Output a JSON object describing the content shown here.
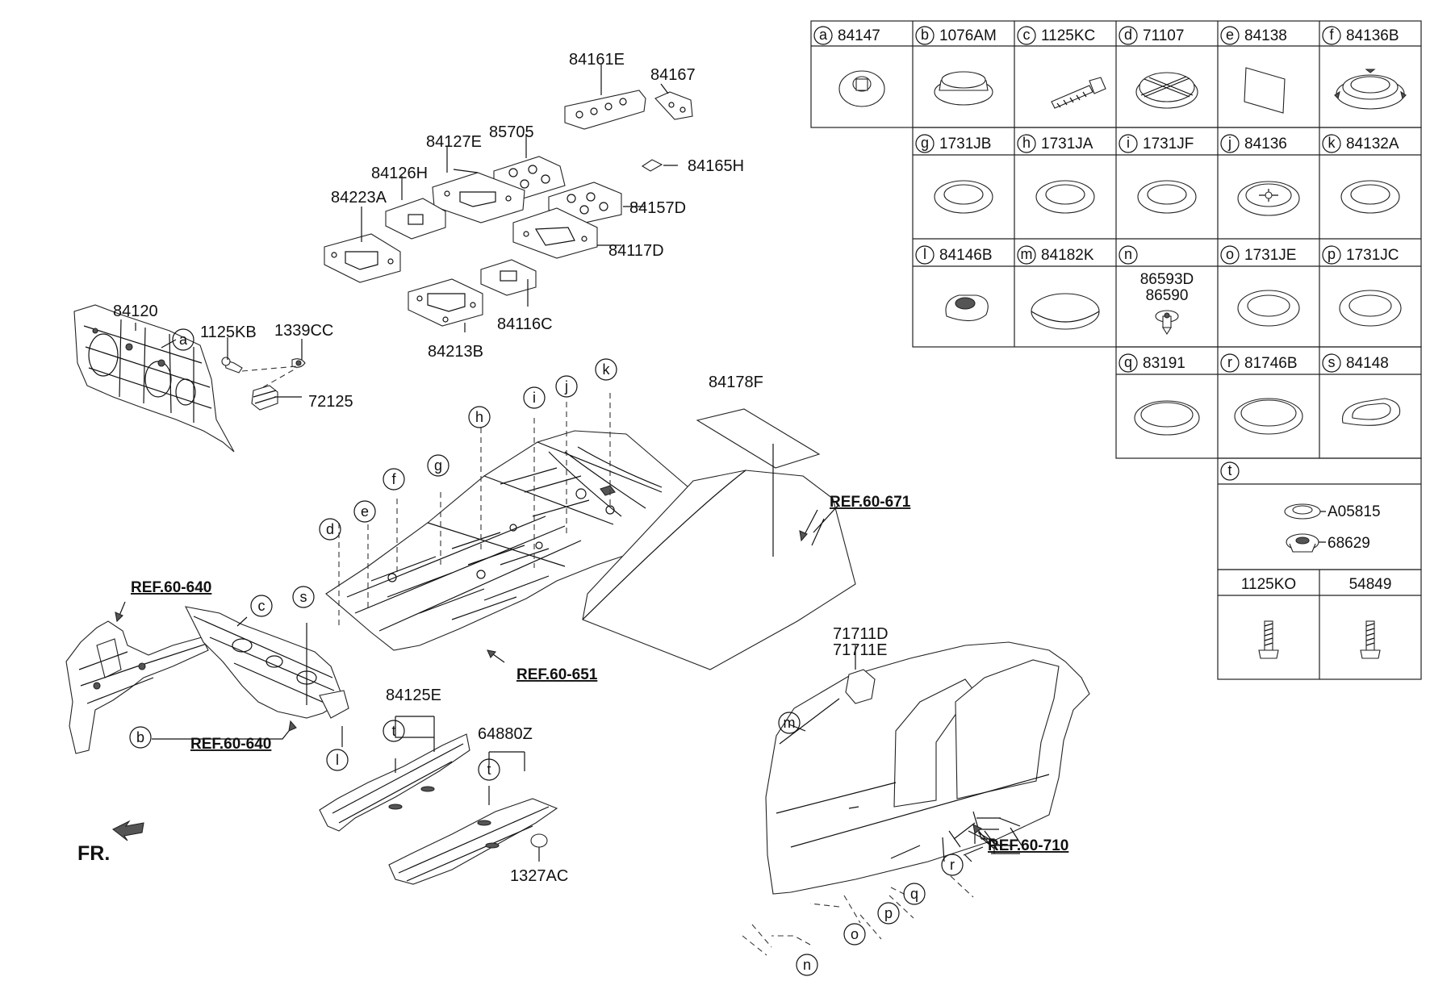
{
  "diagram": {
    "part_labels": {
      "p84161E": "84161E",
      "p84167": "84167",
      "p84127E": "84127E",
      "p85705": "85705",
      "p84165H": "84165H",
      "p84126H": "84126H",
      "p84223A": "84223A",
      "p84157D": "84157D",
      "p84117D": "84117D",
      "p84116C": "84116C",
      "p84213B": "84213B",
      "p84120": "84120",
      "p1125KB": "1125KB",
      "p1339CC": "1339CC",
      "p72125": "72125",
      "p84178F": "84178F",
      "p71711D": "71711D",
      "p71711E": "71711E",
      "p84125E": "84125E",
      "p64880Z": "64880Z",
      "p1327AC": "1327AC"
    },
    "refs": {
      "r671": "REF.60-671",
      "r640a": "REF.60-640",
      "r640b": "REF.60-640",
      "r651": "REF.60-651",
      "r710": "REF.60-710"
    },
    "callouts": {
      "a": "a",
      "b": "b",
      "c": "c",
      "d": "d",
      "e": "e",
      "f": "f",
      "g": "g",
      "h": "h",
      "i": "i",
      "j": "j",
      "k": "k",
      "l": "l",
      "m": "m",
      "n": "n",
      "o": "o",
      "p": "p",
      "q": "q",
      "r": "r",
      "s": "s",
      "t1": "t",
      "t2": "t"
    },
    "direction_label": "FR."
  },
  "table": {
    "row1": [
      {
        "letter": "a",
        "part": "84147"
      },
      {
        "letter": "b",
        "part": "1076AM"
      },
      {
        "letter": "c",
        "part": "1125KC"
      },
      {
        "letter": "d",
        "part": "71107"
      },
      {
        "letter": "e",
        "part": "84138"
      },
      {
        "letter": "f",
        "part": "84136B"
      }
    ],
    "row2": [
      {
        "letter": "g",
        "part": "1731JB"
      },
      {
        "letter": "h",
        "part": "1731JA"
      },
      {
        "letter": "i",
        "part": "1731JF"
      },
      {
        "letter": "j",
        "part": "84136"
      },
      {
        "letter": "k",
        "part": "84132A"
      }
    ],
    "row3": [
      {
        "letter": "l",
        "part": "84146B"
      },
      {
        "letter": "m",
        "part": "84182K"
      },
      {
        "letter": "n",
        "part": ""
      },
      {
        "letter": "o",
        "part": "1731JE"
      },
      {
        "letter": "p",
        "part": "1731JC"
      }
    ],
    "n_parts": [
      "86593D",
      "86590"
    ],
    "row4": [
      {
        "letter": "q",
        "part": "83191"
      },
      {
        "letter": "r",
        "part": "81746B"
      },
      {
        "letter": "s",
        "part": "84148"
      }
    ],
    "t_cell": {
      "letter": "t",
      "parts": [
        "A05815",
        "68629"
      ]
    },
    "bottom": [
      "1125KO",
      "54849"
    ]
  }
}
